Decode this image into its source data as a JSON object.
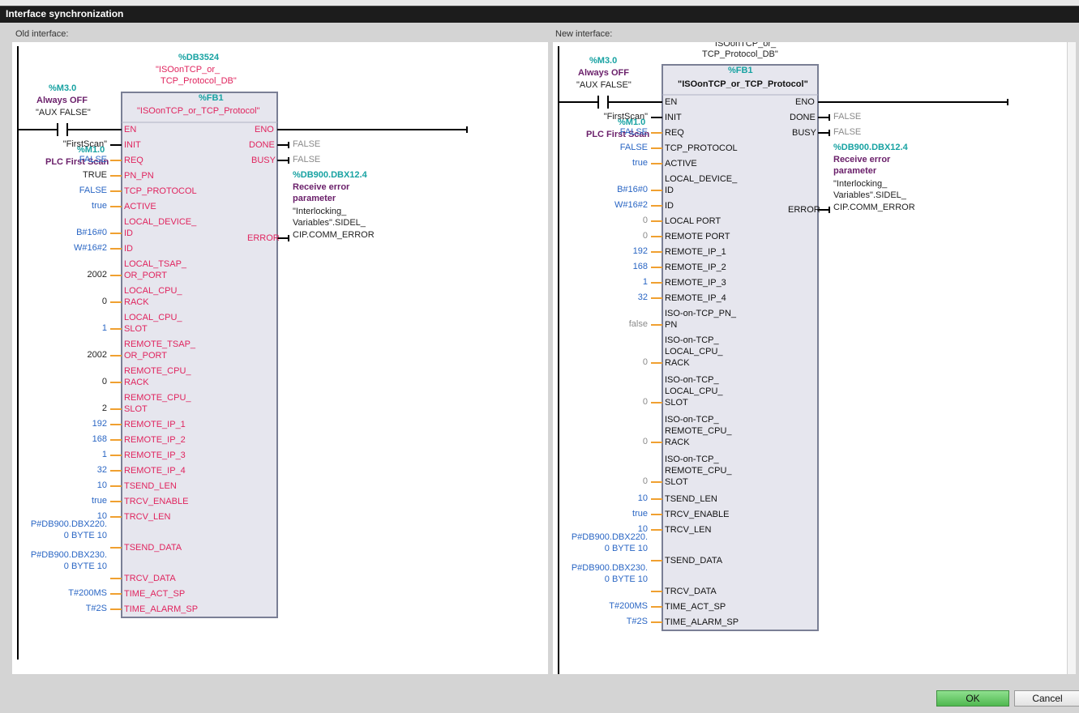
{
  "window": {
    "title": "Interface synchronization"
  },
  "old": {
    "caption": "Old interface:",
    "db_addr": "%DB3524",
    "db_name_1": "\"ISOonTCP_or_",
    "db_name_2": "TCP_Protocol_DB\"",
    "fb_num": "%FB1",
    "fb_name": "\"ISOonTCP_or_TCP_Protocol\"",
    "contact": {
      "addr": "%M3.0",
      "sym": "Always OFF",
      "str": "\"AUX FALSE\""
    },
    "plc_first": {
      "addr": "%M1.0",
      "sym": "PLC First Scan",
      "str": "\"FirstScan\""
    },
    "out_right": {
      "eno": "ENO",
      "done": "DONE",
      "busy": "BUSY",
      "error": "ERROR",
      "done_val": "FALSE",
      "busy_val": "FALSE"
    },
    "error_target": {
      "addr": "%DB900.DBX12.4",
      "sym1": "Receive error",
      "sym2": "parameter",
      "str1": "\"Interlocking_",
      "str2": "Variables\".SIDEL_",
      "str3": "CIP.COMM_ERROR"
    },
    "pins": [
      {
        "l1": "EN",
        "val": ""
      },
      {
        "l1": "INIT",
        "val": ""
      },
      {
        "l1": "REQ",
        "val": "FALSE"
      },
      {
        "l1": "PN_PN",
        "val": "TRUE"
      },
      {
        "l1": "TCP_PROTOCOL",
        "val": "FALSE"
      },
      {
        "l1": "ACTIVE",
        "val": "true"
      },
      {
        "l1": "LOCAL_DEVICE_",
        "l2": "ID",
        "val": "B#16#0"
      },
      {
        "l1": "ID",
        "val": "W#16#2"
      },
      {
        "l1": "LOCAL_TSAP_",
        "l2": "OR_PORT",
        "val": "2002"
      },
      {
        "l1": "LOCAL_CPU_",
        "l2": "RACK",
        "val": "0"
      },
      {
        "l1": "LOCAL_CPU_",
        "l2": "SLOT",
        "val": "1"
      },
      {
        "l1": "REMOTE_TSAP_",
        "l2": "OR_PORT",
        "val": "2002"
      },
      {
        "l1": "REMOTE_CPU_",
        "l2": "RACK",
        "val": "0"
      },
      {
        "l1": "REMOTE_CPU_",
        "l2": "SLOT",
        "val": "2"
      },
      {
        "l1": "REMOTE_IP_1",
        "val": "192"
      },
      {
        "l1": "REMOTE_IP_2",
        "val": "168"
      },
      {
        "l1": "REMOTE_IP_3",
        "val": "1"
      },
      {
        "l1": "REMOTE_IP_4",
        "val": "32"
      },
      {
        "l1": "TSEND_LEN",
        "val": "10"
      },
      {
        "l1": "TRCV_ENABLE",
        "val": "true"
      },
      {
        "l1": "TRCV_LEN",
        "val": "10"
      },
      {
        "l1": "TSEND_DATA",
        "val": "P#DB900.DBX220.",
        "val2": "0 BYTE 10"
      },
      {
        "l1": "TRCV_DATA",
        "val": "P#DB900.DBX230.",
        "val2": "0 BYTE 10"
      },
      {
        "l1": "TIME_ACT_SP",
        "val": "T#200MS"
      },
      {
        "l1": "TIME_ALARM_SP",
        "val": "T#2S"
      }
    ]
  },
  "new": {
    "caption": "New interface:",
    "db_name_1": "\"ISOonTCP_or_",
    "db_name_2": "TCP_Protocol_DB\"",
    "fb_num": "%FB1",
    "fb_name": "\"ISOonTCP_or_TCP_Protocol\"",
    "contact": {
      "addr": "%M3.0",
      "sym": "Always OFF",
      "str": "\"AUX FALSE\""
    },
    "plc_first": {
      "addr": "%M1.0",
      "sym": "PLC First Scan",
      "str": "\"FirstScan\""
    },
    "out_right": {
      "eno": "ENO",
      "done": "DONE",
      "busy": "BUSY",
      "error": "ERROR",
      "done_val": "FALSE",
      "busy_val": "FALSE"
    },
    "error_target": {
      "addr": "%DB900.DBX12.4",
      "sym1": "Receive error",
      "sym2": "parameter",
      "str1": "\"Interlocking_",
      "str2": "Variables\".SIDEL_",
      "str3": "CIP.COMM_ERROR"
    },
    "pins": [
      {
        "l1": "EN",
        "val": ""
      },
      {
        "l1": "INIT",
        "val": ""
      },
      {
        "l1": "REQ",
        "val": "FALSE"
      },
      {
        "l1": "TCP_PROTOCOL",
        "val": "FALSE"
      },
      {
        "l1": "ACTIVE",
        "val": "true"
      },
      {
        "l1": "LOCAL_DEVICE_",
        "l2": "ID",
        "val": "B#16#0"
      },
      {
        "l1": "ID",
        "val": "W#16#2"
      },
      {
        "l1": "LOCAL PORT",
        "val": "0"
      },
      {
        "l1": "REMOTE PORT",
        "val": "0"
      },
      {
        "l1": "REMOTE_IP_1",
        "val": "192"
      },
      {
        "l1": "REMOTE_IP_2",
        "val": "168"
      },
      {
        "l1": "REMOTE_IP_3",
        "val": "1"
      },
      {
        "l1": "REMOTE_IP_4",
        "val": "32"
      },
      {
        "l1": "ISO-on-TCP_PN_",
        "l2": "PN",
        "val": "false"
      },
      {
        "l1": "ISO-on-TCP_",
        "l2": "LOCAL_CPU_",
        "l3": "RACK",
        "val": "0"
      },
      {
        "l1": "ISO-on-TCP_",
        "l2": "LOCAL_CPU_",
        "l3": "SLOT",
        "val": "0"
      },
      {
        "l1": "ISO-on-TCP_",
        "l2": "REMOTE_CPU_",
        "l3": "RACK",
        "val": "0"
      },
      {
        "l1": "ISO-on-TCP_",
        "l2": "REMOTE_CPU_",
        "l3": "SLOT",
        "val": "0"
      },
      {
        "l1": "TSEND_LEN",
        "val": "10"
      },
      {
        "l1": "TRCV_ENABLE",
        "val": "true"
      },
      {
        "l1": "TRCV_LEN",
        "val": "10"
      },
      {
        "l1": "TSEND_DATA",
        "val": "P#DB900.DBX220.",
        "val2": "0 BYTE 10"
      },
      {
        "l1": "TRCV_DATA",
        "val": "P#DB900.DBX230.",
        "val2": "0 BYTE 10"
      },
      {
        "l1": "TIME_ACT_SP",
        "val": "T#200MS"
      },
      {
        "l1": "TIME_ALARM_SP",
        "val": "T#2S"
      }
    ]
  },
  "buttons": {
    "ok": "OK",
    "cancel": "Cancel"
  }
}
